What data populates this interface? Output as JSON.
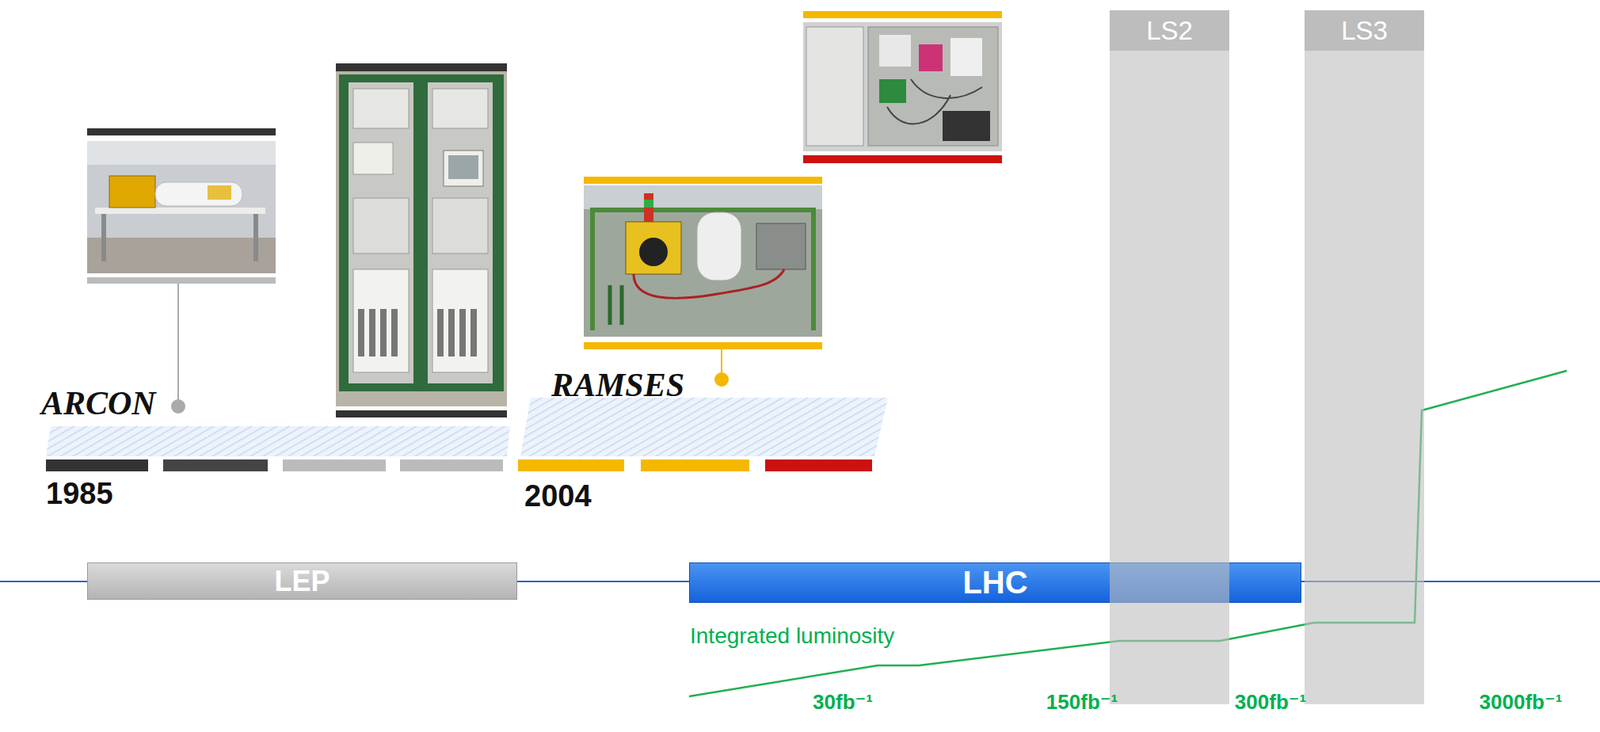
{
  "diagram": {
    "nodes": [
      {
        "text": [
          "LEP"
        ]
      },
      {
        "text": [
          "LHC"
        ]
      },
      {
        "text": [
          "LS2"
        ]
      },
      {
        "text": [
          "LS3"
        ]
      }
    ],
    "labels": [
      "ARCON",
      "1985",
      "RAMSES",
      "2004",
      "Integrated luminosity",
      "30fb⁻¹",
      "150fb⁻¹",
      "300fb⁻¹",
      "3000fb⁻¹"
    ]
  }
}
